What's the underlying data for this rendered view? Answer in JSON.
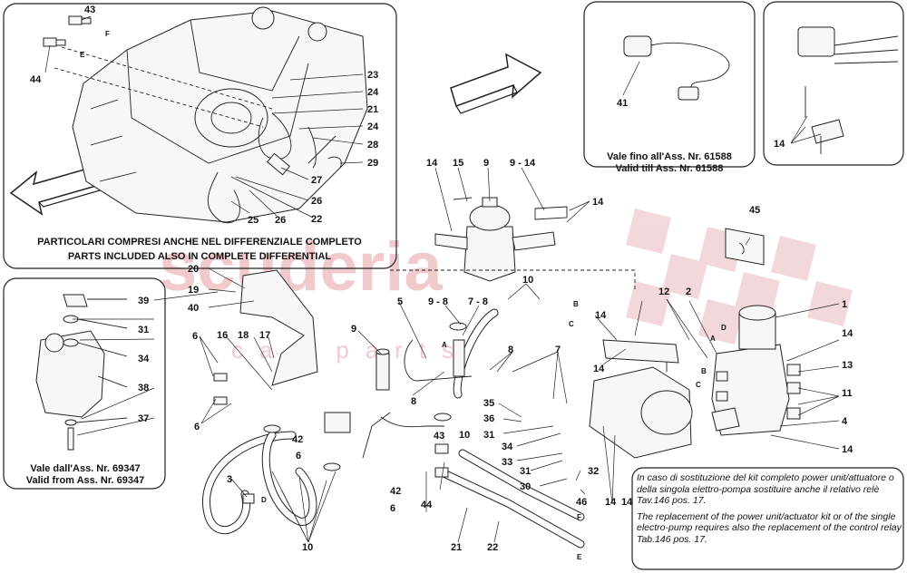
{
  "watermark": {
    "brand": "scuderia",
    "subtitle": "car parts"
  },
  "captions": {
    "inset_top_left_it": "PARTICOLARI COMPRESI ANCHE NEL DIFFERENZIALE COMPLETO",
    "inset_top_left_en": "PARTS INCLUDED ALSO IN COMPLETE DIFFERENTIAL",
    "inset_top_mid_it": "Vale fino all'Ass. Nr. 61588",
    "inset_top_mid_en": "Valid till Ass. Nr. 61588",
    "inset_left_it": "Vale dall'Ass. Nr. 69347",
    "inset_left_en": "Valid from Ass. Nr. 69347"
  },
  "note": {
    "it": "In caso di sostituzione del kit completo power unit/attuatore o della singola elettro-pompa sostituire anche il relativo relè Tav.146 pos. 17.",
    "en": "The replacement of the power unit/actuator kit or of the single electro-pump requires also the replacement of the control relay Tab.146 pos. 17."
  },
  "callouts": [
    "43",
    "44",
    "23",
    "24",
    "21",
    "24",
    "28",
    "29",
    "27",
    "26",
    "25",
    "26",
    "22",
    "41",
    "14",
    "14",
    "15",
    "9",
    "9 - 14",
    "14",
    "45",
    "20",
    "19",
    "40",
    "39",
    "31",
    "34",
    "38",
    "37",
    "5",
    "9 - 8",
    "7 - 8",
    "10",
    "B",
    "C",
    "14",
    "12",
    "2",
    "1",
    "14",
    "D",
    "A",
    "B",
    "C",
    "14",
    "13",
    "11",
    "4",
    "14",
    "6",
    "16",
    "18",
    "17",
    "6",
    "9",
    "8",
    "8",
    "A",
    "7",
    "35",
    "36",
    "31",
    "34",
    "33",
    "31",
    "30",
    "46",
    "32",
    "14",
    "14",
    "42",
    "6",
    "10",
    "43",
    "42",
    "6",
    "44",
    "3",
    "D",
    "10",
    "21",
    "22",
    "F",
    "E",
    "F",
    "E"
  ]
}
